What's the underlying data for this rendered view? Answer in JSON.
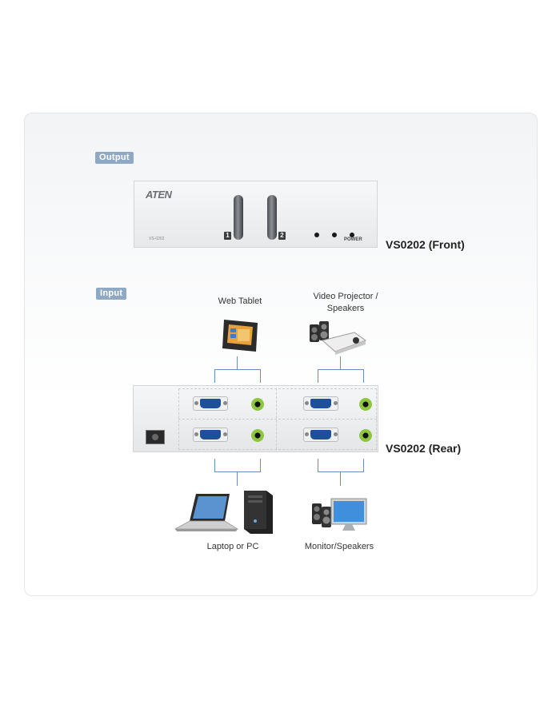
{
  "diagram": {
    "output_badge": "Output",
    "input_badge": "Input",
    "front": {
      "logo": "ATEN",
      "model_small": "VS-0202",
      "button_1": "1",
      "button_2": "2",
      "power_label": "POWER",
      "caption": "VS0202 (Front)"
    },
    "rear": {
      "caption": "VS0202 (Rear)"
    },
    "devices": {
      "web_tablet": "Web Tablet",
      "projector_line1": "Video Projector /",
      "projector_line2": "Speakers",
      "laptop_pc": "Laptop or PC",
      "monitor_speakers": "Monitor/Speakers"
    },
    "colors": {
      "badge": "#8fa8c4",
      "connector_line": "#6d8fbf",
      "vga_port": "#1e4f9c",
      "audio_jack": "#8dc63f"
    }
  }
}
